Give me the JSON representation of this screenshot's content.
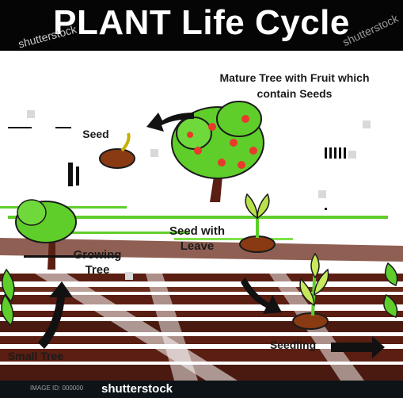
{
  "title": "PLANT Life Cycle",
  "watermark": "shutterstock",
  "stages": {
    "mature_tree": "Mature Tree with Fruit which contain Seeds",
    "seed": "Seed",
    "seed_with_leaves": "Seed with Leave",
    "growing_tree": "Growing Tree",
    "seedling": "Seedling",
    "small_tree": "Small Tree"
  },
  "footer": {
    "brand": "shutterstock",
    "image_id": "IMAGE ID: 000000"
  },
  "colors": {
    "title_bar": "#050505",
    "leaf_green": "#5fce2a",
    "soil_brown": "#5b1e12",
    "arrow": "#111111",
    "fruit_red": "#e8392b"
  }
}
